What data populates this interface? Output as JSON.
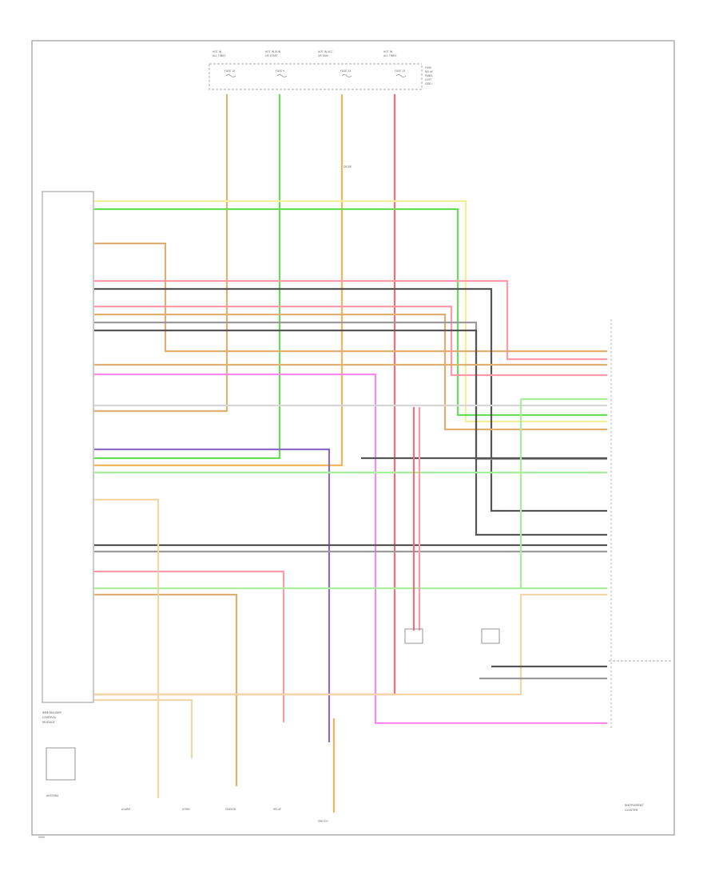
{
  "diagram": {
    "colors": {
      "tan": "#e0b070",
      "green": "#66dd55",
      "yellow": "#f2ef9a",
      "pink": "#ff9aa8",
      "gray": "#9a9a9a",
      "darkgray": "#555555",
      "lightgreen": "#a8ef9a",
      "orange": "#f5b45a",
      "purple": "#8a6cc6",
      "magenta": "#ff88ee",
      "red": "#ff6a78"
    },
    "labels": {
      "module_name_1": "IMMOBILIZER",
      "module_name_2": "CONTROL",
      "module_name_3": "MODULE",
      "instrument_cluster": "INSTRUMENT",
      "instrument_cluster_2": "CLUSTER",
      "page_code": "0000",
      "fuse_1": "FUSE 10",
      "fuse_2": "FUSE 9",
      "fuse_3": "FUSE 23",
      "fuse_4": "FUSE 15",
      "bottom_1": "ALARM",
      "bottom_2": "HORN",
      "bottom_3": "SENSOR",
      "bottom_4": "RELAY",
      "bottom_5": "SWITCH",
      "antenna": "ANTENNA",
      "diode": "DIODE"
    }
  }
}
